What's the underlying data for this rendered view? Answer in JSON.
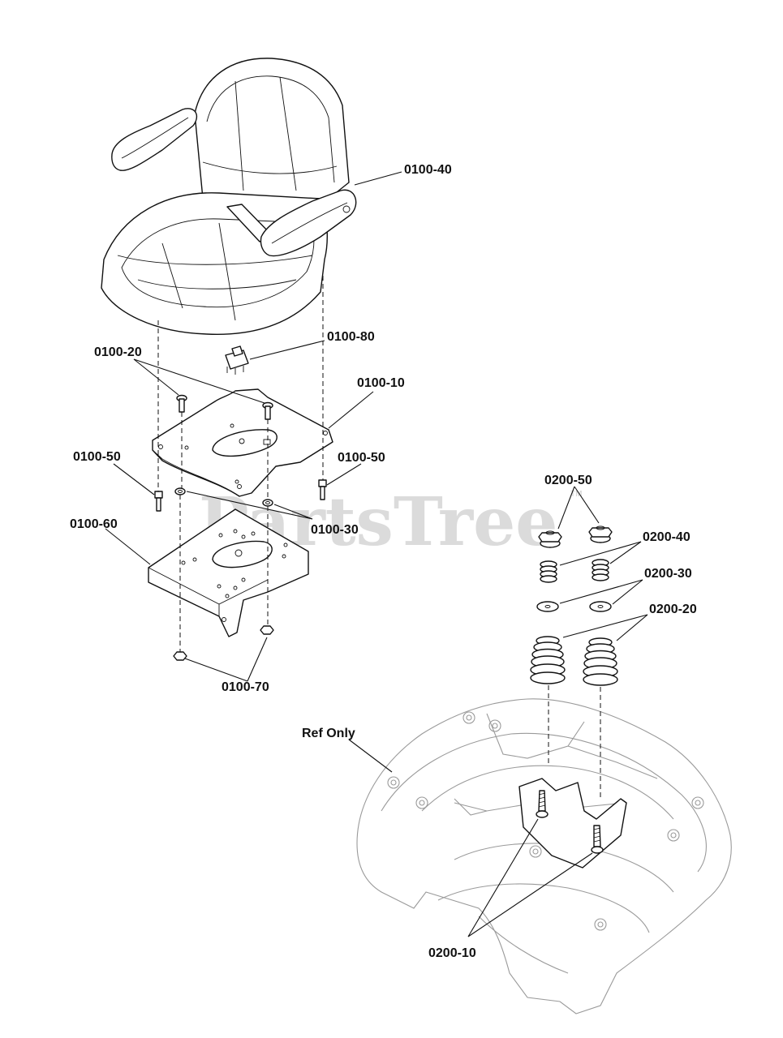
{
  "watermark": {
    "text": "PartsTree",
    "trademark": "TM"
  },
  "labels": {
    "seat": "0100-40",
    "switch": "0100-80",
    "carriage_bolt": "0100-20",
    "seat_plate": "0100-10",
    "bolt_left": "0100-50",
    "bolt_right": "0100-50",
    "washer": "0100-30",
    "bracket": "0100-60",
    "nut_lower": "0100-70",
    "nut": "0200-50",
    "small_spring": "0200-40",
    "spring_washer": "0200-30",
    "cone_spring": "0200-20",
    "ref_only": "Ref Only",
    "lower_bolt": "0200-10"
  }
}
